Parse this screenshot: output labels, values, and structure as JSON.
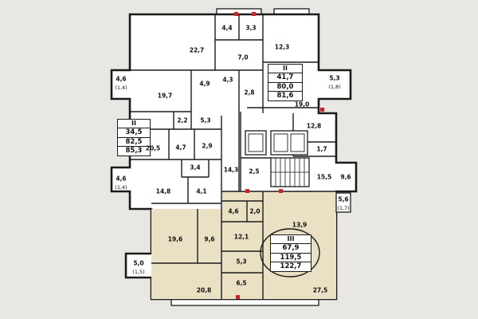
{
  "document": {
    "type": "residential-floor-plan"
  },
  "colors": {
    "background": "#e8e7e3",
    "paper": "#ffffff",
    "wall": "#1b1b1b",
    "highlight": "#eae0c4",
    "door_accent": "#c0282d",
    "text": "#111111"
  },
  "apartments": [
    {
      "id": "II",
      "rows": [
        "41,7",
        "80,0",
        "81,6"
      ]
    },
    {
      "id": "II",
      "rows": [
        "34,5",
        "82,5",
        "85,3"
      ]
    },
    {
      "id": "III",
      "rows": [
        "67,9",
        "119,5",
        "122,7"
      ]
    }
  ],
  "labels": [
    "22,7",
    "4,4",
    "3,3",
    "7,0",
    "12,3",
    "19,0",
    "5,3",
    "(1,8)",
    "4,6",
    "(1,4)",
    "4,9",
    "4,3",
    "2,8",
    "19,7",
    "5,3",
    "2,2",
    "20,5",
    "4,7",
    "2,9",
    "3,4",
    "14,3",
    "2,5",
    "12,8",
    "1,7",
    "15,5",
    "9,6",
    "4,6",
    "(1,4)",
    "14,8",
    "4,1",
    "5,6",
    "(1,7)",
    "4,6",
    "2,0",
    "13,9",
    "12,1",
    "19,6",
    "9,6",
    "5,3",
    "5,0",
    "(1,5)",
    "6,5",
    "20,8",
    "27,5"
  ]
}
